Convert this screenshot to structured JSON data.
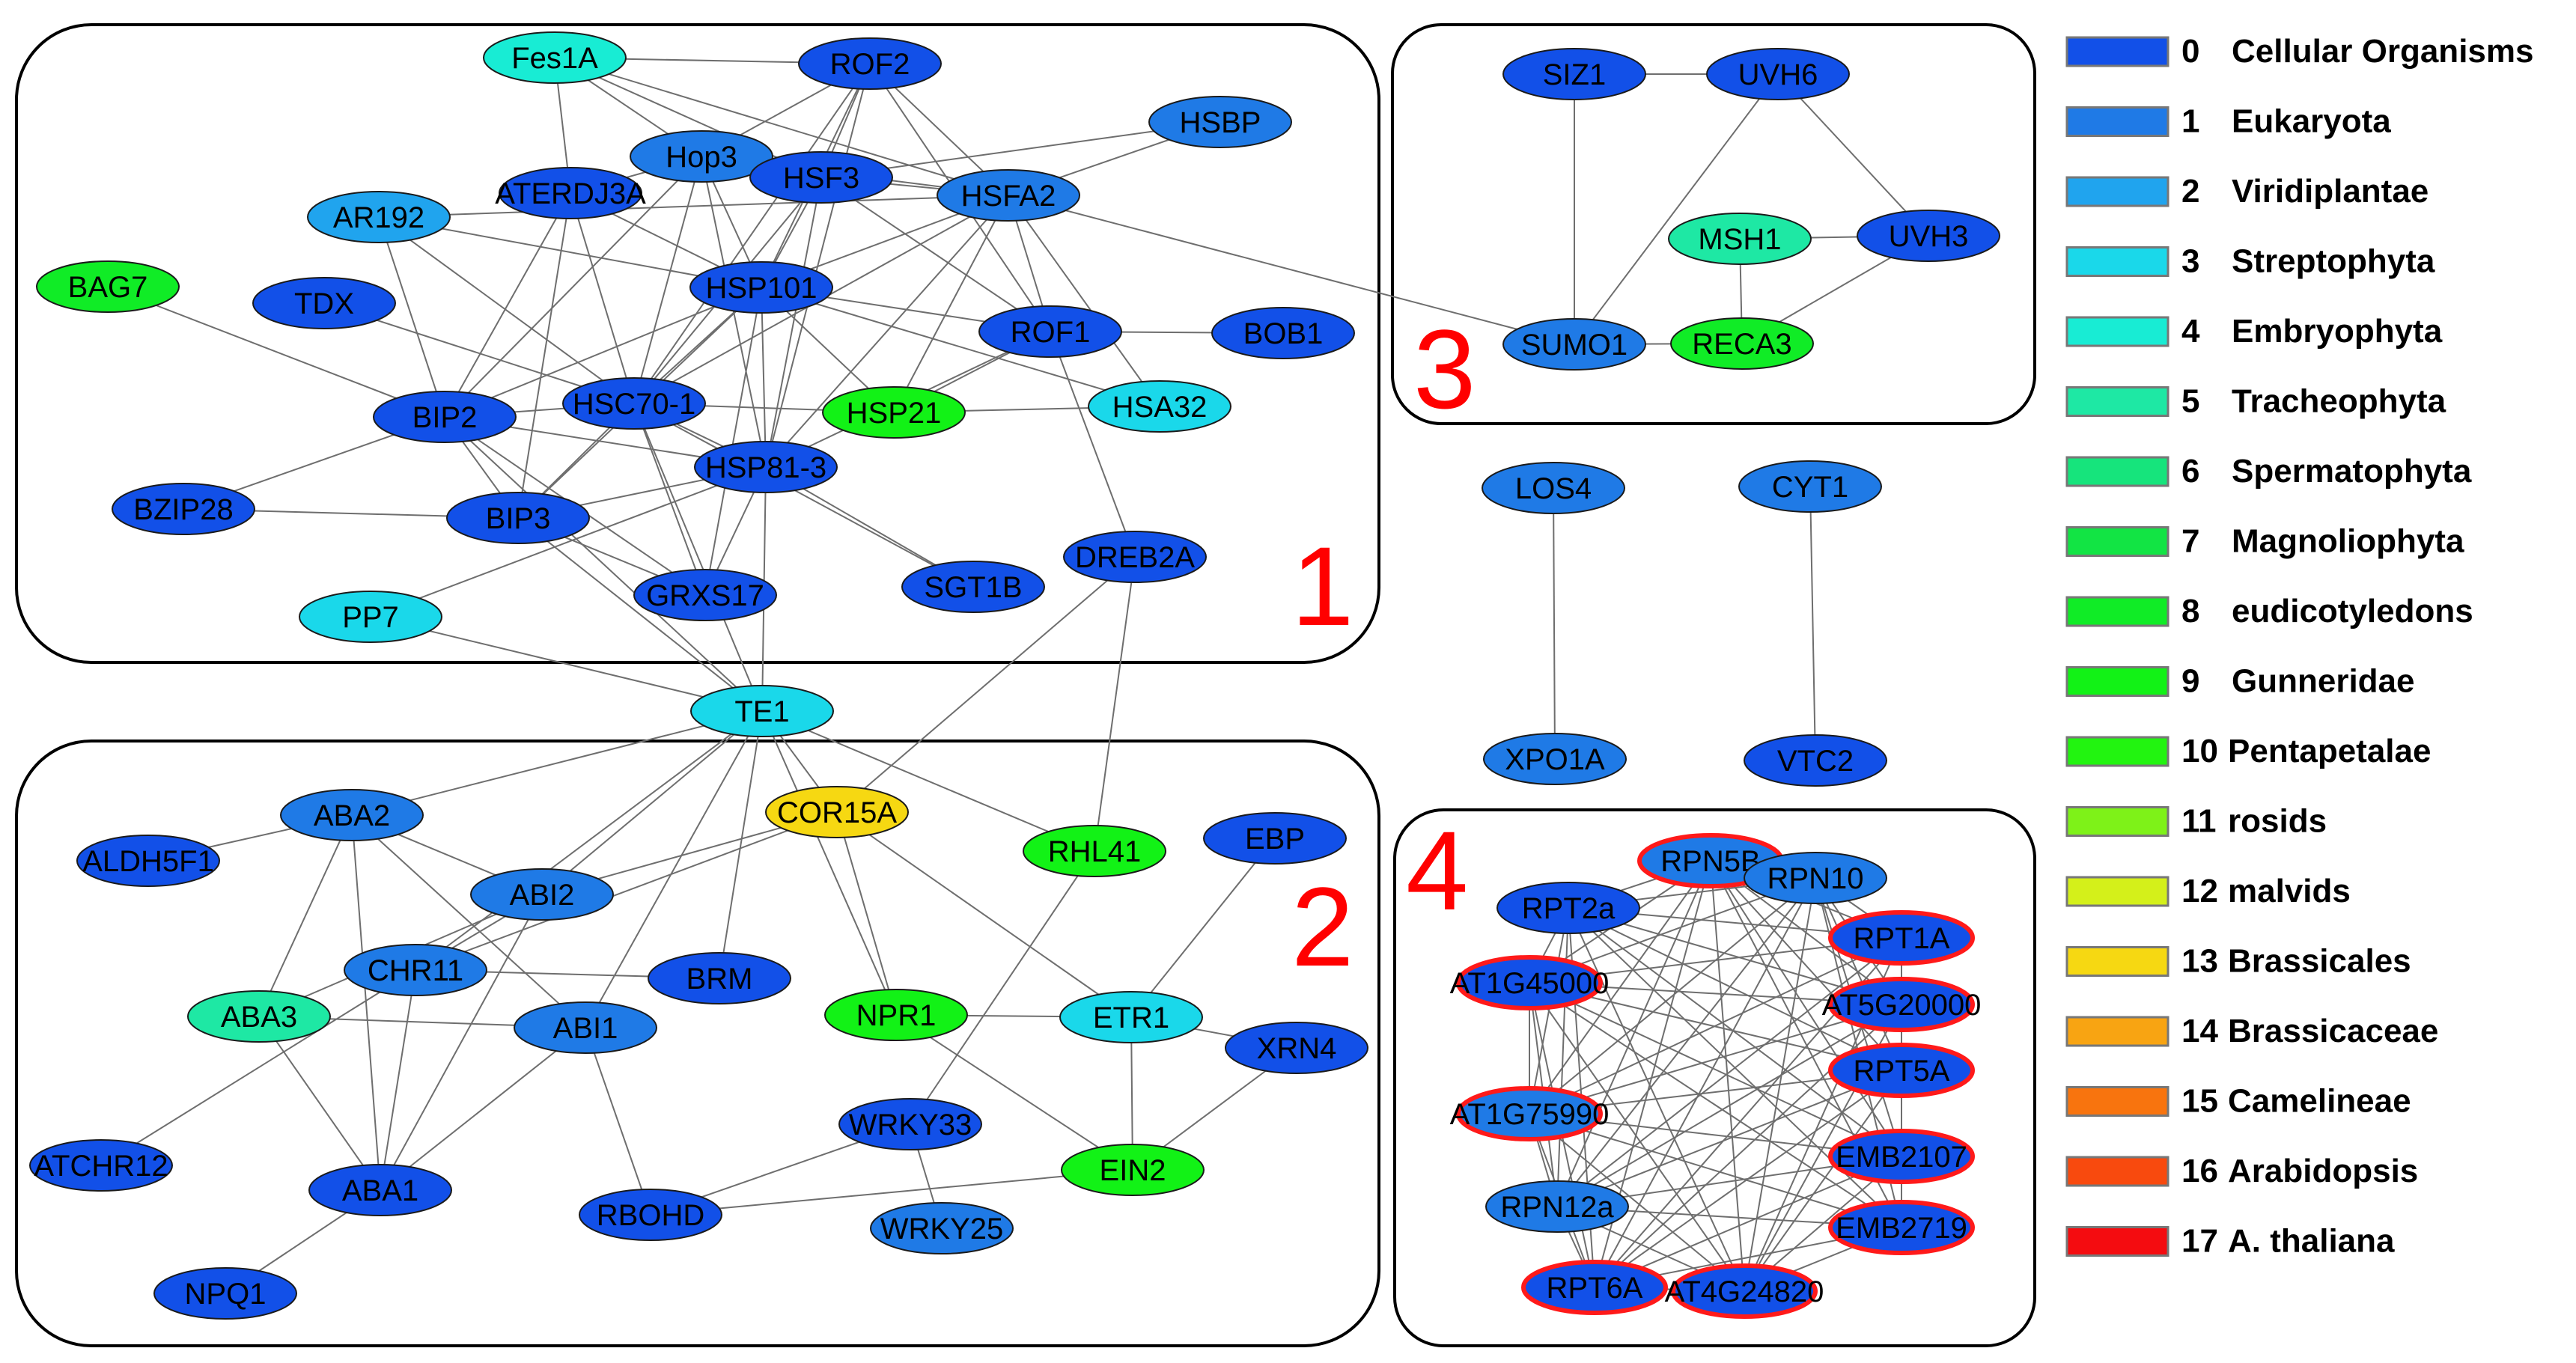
{
  "regions": [
    {
      "id": "1",
      "label": "1"
    },
    {
      "id": "2",
      "label": "2"
    },
    {
      "id": "3",
      "label": "3"
    },
    {
      "id": "4",
      "label": "4"
    }
  ],
  "legend": [
    {
      "level": "0",
      "name": "Cellular Organisms",
      "color": "#1250e8"
    },
    {
      "level": "1",
      "name": "Eukaryota",
      "color": "#1f7ae6"
    },
    {
      "level": "2",
      "name": "Viridiplantae",
      "color": "#20a4ee"
    },
    {
      "level": "3",
      "name": "Streptophyta",
      "color": "#1ad8ea"
    },
    {
      "level": "4",
      "name": "Embryophyta",
      "color": "#18ecd4"
    },
    {
      "level": "5",
      "name": "Tracheophyta",
      "color": "#1ee8a4"
    },
    {
      "level": "6",
      "name": "Spermatophyta",
      "color": "#16e47c"
    },
    {
      "level": "7",
      "name": "Magnoliophyta",
      "color": "#12e444"
    },
    {
      "level": "8",
      "name": "eudicotyledons",
      "color": "#10ec26"
    },
    {
      "level": "9",
      "name": "Gunneridae",
      "color": "#12f216"
    },
    {
      "level": "10",
      "name": "Pentapetalae",
      "color": "#22f410"
    },
    {
      "level": "11",
      "name": "rosids",
      "color": "#7ef218"
    },
    {
      "level": "12",
      "name": "malvids",
      "color": "#d4f01a"
    },
    {
      "level": "13",
      "name": "Brassicales",
      "color": "#f6d812"
    },
    {
      "level": "14",
      "name": "Brassicaceae",
      "color": "#f8a412"
    },
    {
      "level": "15",
      "name": "Camelineae",
      "color": "#f8740e"
    },
    {
      "level": "16",
      "name": "Arabidopsis",
      "color": "#f84a0e"
    },
    {
      "level": "17",
      "name": "A. thaliana",
      "color": "#f40c10"
    }
  ],
  "nodes": [
    {
      "id": "Fes1A",
      "label": "Fes1A",
      "level": 4,
      "highlight": false
    },
    {
      "id": "ROF2",
      "label": "ROF2",
      "level": 0,
      "highlight": false
    },
    {
      "id": "Hop3",
      "label": "Hop3",
      "level": 1,
      "highlight": false
    },
    {
      "id": "HSBP",
      "label": "HSBP",
      "level": 1,
      "highlight": false
    },
    {
      "id": "ATERDJ3A",
      "label": "ATERDJ3A",
      "level": 0,
      "highlight": false
    },
    {
      "id": "HSF3",
      "label": "HSF3",
      "level": 0,
      "highlight": false
    },
    {
      "id": "HSFA2",
      "label": "HSFA2",
      "level": 1,
      "highlight": false
    },
    {
      "id": "AR192",
      "label": "AR192",
      "level": 2,
      "highlight": false
    },
    {
      "id": "BAG7",
      "label": "BAG7",
      "level": 8,
      "highlight": false
    },
    {
      "id": "TDX",
      "label": "TDX",
      "level": 0,
      "highlight": false
    },
    {
      "id": "HSP101",
      "label": "HSP101",
      "level": 0,
      "highlight": false
    },
    {
      "id": "ROF1",
      "label": "ROF1",
      "level": 0,
      "highlight": false
    },
    {
      "id": "BOB1",
      "label": "BOB1",
      "level": 0,
      "highlight": false
    },
    {
      "id": "BIP2",
      "label": "BIP2",
      "level": 0,
      "highlight": false
    },
    {
      "id": "HSC70-1",
      "label": "HSC70-1",
      "level": 0,
      "highlight": false
    },
    {
      "id": "HSP21",
      "label": "HSP21",
      "level": 9,
      "highlight": false
    },
    {
      "id": "HSA32",
      "label": "HSA32",
      "level": 3,
      "highlight": false
    },
    {
      "id": "HSP81-3",
      "label": "HSP81-3",
      "level": 0,
      "highlight": false
    },
    {
      "id": "BZIP28",
      "label": "BZIP28",
      "level": 0,
      "highlight": false
    },
    {
      "id": "BIP3",
      "label": "BIP3",
      "level": 0,
      "highlight": false
    },
    {
      "id": "DREB2A",
      "label": "DREB2A",
      "level": 0,
      "highlight": false
    },
    {
      "id": "SGT1B",
      "label": "SGT1B",
      "level": 0,
      "highlight": false
    },
    {
      "id": "GRXS17",
      "label": "GRXS17",
      "level": 0,
      "highlight": false
    },
    {
      "id": "PP7",
      "label": "PP7",
      "level": 3,
      "highlight": false
    },
    {
      "id": "TE1",
      "label": "TE1",
      "level": 3,
      "highlight": false
    },
    {
      "id": "ABA2",
      "label": "ABA2",
      "level": 1,
      "highlight": false
    },
    {
      "id": "ALDH5F1",
      "label": "ALDH5F1",
      "level": 0,
      "highlight": false
    },
    {
      "id": "COR15A",
      "label": "COR15A",
      "level": 13,
      "highlight": false
    },
    {
      "id": "RHL41",
      "label": "RHL41",
      "level": 9,
      "highlight": false
    },
    {
      "id": "EBP",
      "label": "EBP",
      "level": 0,
      "highlight": false
    },
    {
      "id": "ABI2",
      "label": "ABI2",
      "level": 1,
      "highlight": false
    },
    {
      "id": "CHR11",
      "label": "CHR11",
      "level": 1,
      "highlight": false
    },
    {
      "id": "BRM",
      "label": "BRM",
      "level": 0,
      "highlight": false
    },
    {
      "id": "ABA3",
      "label": "ABA3",
      "level": 5,
      "highlight": false
    },
    {
      "id": "ABI1",
      "label": "ABI1",
      "level": 1,
      "highlight": false
    },
    {
      "id": "NPR1",
      "label": "NPR1",
      "level": 9,
      "highlight": false
    },
    {
      "id": "ETR1",
      "label": "ETR1",
      "level": 3,
      "highlight": false
    },
    {
      "id": "XRN4",
      "label": "XRN4",
      "level": 0,
      "highlight": false
    },
    {
      "id": "WRKY33",
      "label": "WRKY33",
      "level": 0,
      "highlight": false
    },
    {
      "id": "ATCHR12",
      "label": "ATCHR12",
      "level": 0,
      "highlight": false
    },
    {
      "id": "ABA1",
      "label": "ABA1",
      "level": 0,
      "highlight": false
    },
    {
      "id": "EIN2",
      "label": "EIN2",
      "level": 9,
      "highlight": false
    },
    {
      "id": "RBOHD",
      "label": "RBOHD",
      "level": 0,
      "highlight": false
    },
    {
      "id": "WRKY25",
      "label": "WRKY25",
      "level": 1,
      "highlight": false
    },
    {
      "id": "NPQ1",
      "label": "NPQ1",
      "level": 0,
      "highlight": false
    },
    {
      "id": "SIZ1",
      "label": "SIZ1",
      "level": 0,
      "highlight": false
    },
    {
      "id": "UVH6",
      "label": "UVH6",
      "level": 0,
      "highlight": false
    },
    {
      "id": "MSH1",
      "label": "MSH1",
      "level": 5,
      "highlight": false
    },
    {
      "id": "UVH3",
      "label": "UVH3",
      "level": 0,
      "highlight": false
    },
    {
      "id": "SUMO1",
      "label": "SUMO1",
      "level": 1,
      "highlight": false
    },
    {
      "id": "RECA3",
      "label": "RECA3",
      "level": 8,
      "highlight": false
    },
    {
      "id": "LOS4",
      "label": "LOS4",
      "level": 1,
      "highlight": false
    },
    {
      "id": "CYT1",
      "label": "CYT1",
      "level": 1,
      "highlight": false
    },
    {
      "id": "XPO1A",
      "label": "XPO1A",
      "level": 1,
      "highlight": false
    },
    {
      "id": "VTC2",
      "label": "VTC2",
      "level": 0,
      "highlight": false
    },
    {
      "id": "RPN5B",
      "label": "RPN5B",
      "level": 1,
      "highlight": true
    },
    {
      "id": "RPN10",
      "label": "RPN10",
      "level": 1,
      "highlight": false
    },
    {
      "id": "RPT2a",
      "label": "RPT2a",
      "level": 0,
      "highlight": false
    },
    {
      "id": "RPT1A",
      "label": "RPT1A",
      "level": 0,
      "highlight": true
    },
    {
      "id": "AT1G45000",
      "label": "AT1G45000",
      "level": 0,
      "highlight": true
    },
    {
      "id": "AT5G20000",
      "label": "AT5G20000",
      "level": 0,
      "highlight": true
    },
    {
      "id": "RPT5A",
      "label": "RPT5A",
      "level": 0,
      "highlight": true
    },
    {
      "id": "AT1G75990",
      "label": "AT1G75990",
      "level": 1,
      "highlight": true
    },
    {
      "id": "EMB2107",
      "label": "EMB2107",
      "level": 0,
      "highlight": true
    },
    {
      "id": "RPN12a",
      "label": "RPN12a",
      "level": 1,
      "highlight": false
    },
    {
      "id": "EMB2719",
      "label": "EMB2719",
      "level": 0,
      "highlight": true
    },
    {
      "id": "RPT6A",
      "label": "RPT6A",
      "level": 0,
      "highlight": true
    },
    {
      "id": "AT4G24820",
      "label": "AT4G24820",
      "level": 0,
      "highlight": true
    }
  ],
  "edges": [
    [
      "Fes1A",
      "ROF2"
    ],
    [
      "Fes1A",
      "ATERDJ3A"
    ],
    [
      "Fes1A",
      "HSFA2"
    ],
    [
      "Fes1A",
      "HSF3"
    ],
    [
      "Fes1A",
      "Hop3"
    ],
    [
      "ROF2",
      "HSFA2"
    ],
    [
      "ROF2",
      "HSF3"
    ],
    [
      "ROF2",
      "Hop3"
    ],
    [
      "ROF2",
      "HSP101"
    ],
    [
      "ROF2",
      "ROF1"
    ],
    [
      "ROF2",
      "HSC70-1"
    ],
    [
      "ROF2",
      "HSP81-3"
    ],
    [
      "Hop3",
      "HSFA2"
    ],
    [
      "Hop3",
      "HSP101"
    ],
    [
      "Hop3",
      "HSC70-1"
    ],
    [
      "Hop3",
      "HSP81-3"
    ],
    [
      "Hop3",
      "BIP2"
    ],
    [
      "Hop3",
      "ATERDJ3A"
    ],
    [
      "HSBP",
      "HSFA2"
    ],
    [
      "HSBP",
      "HSF3"
    ],
    [
      "ATERDJ3A",
      "HSP101"
    ],
    [
      "ATERDJ3A",
      "BIP2"
    ],
    [
      "ATERDJ3A",
      "BIP3"
    ],
    [
      "ATERDJ3A",
      "HSC70-1"
    ],
    [
      "HSF3",
      "HSFA2"
    ],
    [
      "HSF3",
      "HSP101"
    ],
    [
      "HSF3",
      "ROF1"
    ],
    [
      "HSF3",
      "HSP81-3"
    ],
    [
      "HSF3",
      "HSC70-1"
    ],
    [
      "HSFA2",
      "HSP101"
    ],
    [
      "HSFA2",
      "ROF1"
    ],
    [
      "HSFA2",
      "HSP21"
    ],
    [
      "HSFA2",
      "HSA32"
    ],
    [
      "HSFA2",
      "SUMO1"
    ],
    [
      "HSFA2",
      "HSP81-3"
    ],
    [
      "HSFA2",
      "HSC70-1"
    ],
    [
      "HSFA2",
      "AR192"
    ],
    [
      "AR192",
      "HSP101"
    ],
    [
      "AR192",
      "BIP2"
    ],
    [
      "AR192",
      "HSC70-1"
    ],
    [
      "BAG7",
      "BIP2"
    ],
    [
      "TDX",
      "HSC70-1"
    ],
    [
      "HSP101",
      "ROF1"
    ],
    [
      "HSP101",
      "BIP2"
    ],
    [
      "HSP101",
      "HSC70-1"
    ],
    [
      "HSP101",
      "HSP81-3"
    ],
    [
      "HSP101",
      "HSP21"
    ],
    [
      "HSP101",
      "HSA32"
    ],
    [
      "HSP101",
      "BIP3"
    ],
    [
      "HSP101",
      "GRXS17"
    ],
    [
      "ROF1",
      "BOB1"
    ],
    [
      "ROF1",
      "HSP81-3"
    ],
    [
      "ROF1",
      "HSP21"
    ],
    [
      "ROF1",
      "DREB2A"
    ],
    [
      "BIP2",
      "HSC70-1"
    ],
    [
      "BIP2",
      "BZIP28"
    ],
    [
      "BIP2",
      "BIP3"
    ],
    [
      "BIP2",
      "HSP81-3"
    ],
    [
      "BIP2",
      "GRXS17"
    ],
    [
      "BIP2",
      "TE1"
    ],
    [
      "HSC70-1",
      "HSP21"
    ],
    [
      "HSC70-1",
      "HSP81-3"
    ],
    [
      "HSC70-1",
      "GRXS17"
    ],
    [
      "HSC70-1",
      "TE1"
    ],
    [
      "HSC70-1",
      "BIP3"
    ],
    [
      "HSC70-1",
      "SGT1B"
    ],
    [
      "HSP21",
      "HSA32"
    ],
    [
      "HSP81-3",
      "BIP3"
    ],
    [
      "HSP81-3",
      "SGT1B"
    ],
    [
      "HSP81-3",
      "TE1"
    ],
    [
      "HSP81-3",
      "PP7"
    ],
    [
      "HSP81-3",
      "GRXS17"
    ],
    [
      "BZIP28",
      "BIP3"
    ],
    [
      "BIP3",
      "GRXS17"
    ],
    [
      "BIP3",
      "TE1"
    ],
    [
      "PP7",
      "TE1"
    ],
    [
      "DREB2A",
      "RHL41"
    ],
    [
      "DREB2A",
      "COR15A"
    ],
    [
      "TE1",
      "ABA2"
    ],
    [
      "TE1",
      "COR15A"
    ],
    [
      "TE1",
      "RHL41"
    ],
    [
      "TE1",
      "ABI2"
    ],
    [
      "TE1",
      "BRM"
    ],
    [
      "TE1",
      "ABI1"
    ],
    [
      "TE1",
      "CHR11"
    ],
    [
      "TE1",
      "NPR1"
    ],
    [
      "ABA2",
      "ALDH5F1"
    ],
    [
      "ABA2",
      "ABI2"
    ],
    [
      "ABA2",
      "ABA3"
    ],
    [
      "ABA2",
      "ABA1"
    ],
    [
      "ABA2",
      "ABI1"
    ],
    [
      "COR15A",
      "ABI2"
    ],
    [
      "COR15A",
      "CHR11"
    ],
    [
      "COR15A",
      "NPR1"
    ],
    [
      "COR15A",
      "ETR1"
    ],
    [
      "RHL41",
      "WRKY33"
    ],
    [
      "EBP",
      "ETR1"
    ],
    [
      "ABI2",
      "CHR11"
    ],
    [
      "ABI2",
      "ABA1"
    ],
    [
      "ABI2",
      "ABA3"
    ],
    [
      "CHR11",
      "BRM"
    ],
    [
      "CHR11",
      "ATCHR12"
    ],
    [
      "CHR11",
      "ABA1"
    ],
    [
      "ABA3",
      "ABI1"
    ],
    [
      "ABA3",
      "ABA1"
    ],
    [
      "ABI1",
      "RBOHD"
    ],
    [
      "ABI1",
      "ABA1"
    ],
    [
      "NPR1",
      "ETR1"
    ],
    [
      "NPR1",
      "EIN2"
    ],
    [
      "ETR1",
      "XRN4"
    ],
    [
      "ETR1",
      "EIN2"
    ],
    [
      "XRN4",
      "EIN2"
    ],
    [
      "WRKY33",
      "RBOHD"
    ],
    [
      "WRKY33",
      "WRKY25"
    ],
    [
      "ABA1",
      "NPQ1"
    ],
    [
      "RBOHD",
      "EIN2"
    ],
    [
      "SIZ1",
      "UVH6"
    ],
    [
      "SIZ1",
      "SUMO1"
    ],
    [
      "UVH6",
      "UVH3"
    ],
    [
      "UVH6",
      "SUMO1"
    ],
    [
      "MSH1",
      "UVH3"
    ],
    [
      "MSH1",
      "RECA3"
    ],
    [
      "UVH3",
      "RECA3"
    ],
    [
      "SUMO1",
      "RECA3"
    ],
    [
      "LOS4",
      "XPO1A"
    ],
    [
      "CYT1",
      "VTC2"
    ]
  ],
  "clique": [
    "RPN5B",
    "RPN10",
    "RPT2a",
    "RPT1A",
    "AT1G45000",
    "AT5G20000",
    "RPT5A",
    "AT1G75990",
    "EMB2107",
    "RPN12a",
    "EMB2719",
    "RPT6A",
    "AT4G24820"
  ]
}
